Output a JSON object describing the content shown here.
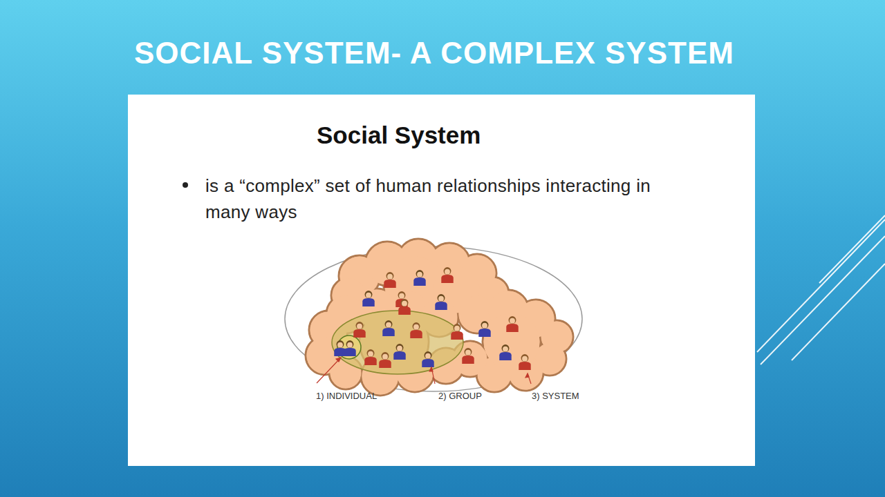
{
  "diagram": {
    "title": "SOCIAL SYSTEM- A COMPLEX SYSTEM",
    "labels": [
      "Social System",
      "is a “complex” set of human relationships interacting in many ways",
      "1) INDIVIDUAL",
      "2) GROUP",
      "3) SYSTEM"
    ]
  }
}
